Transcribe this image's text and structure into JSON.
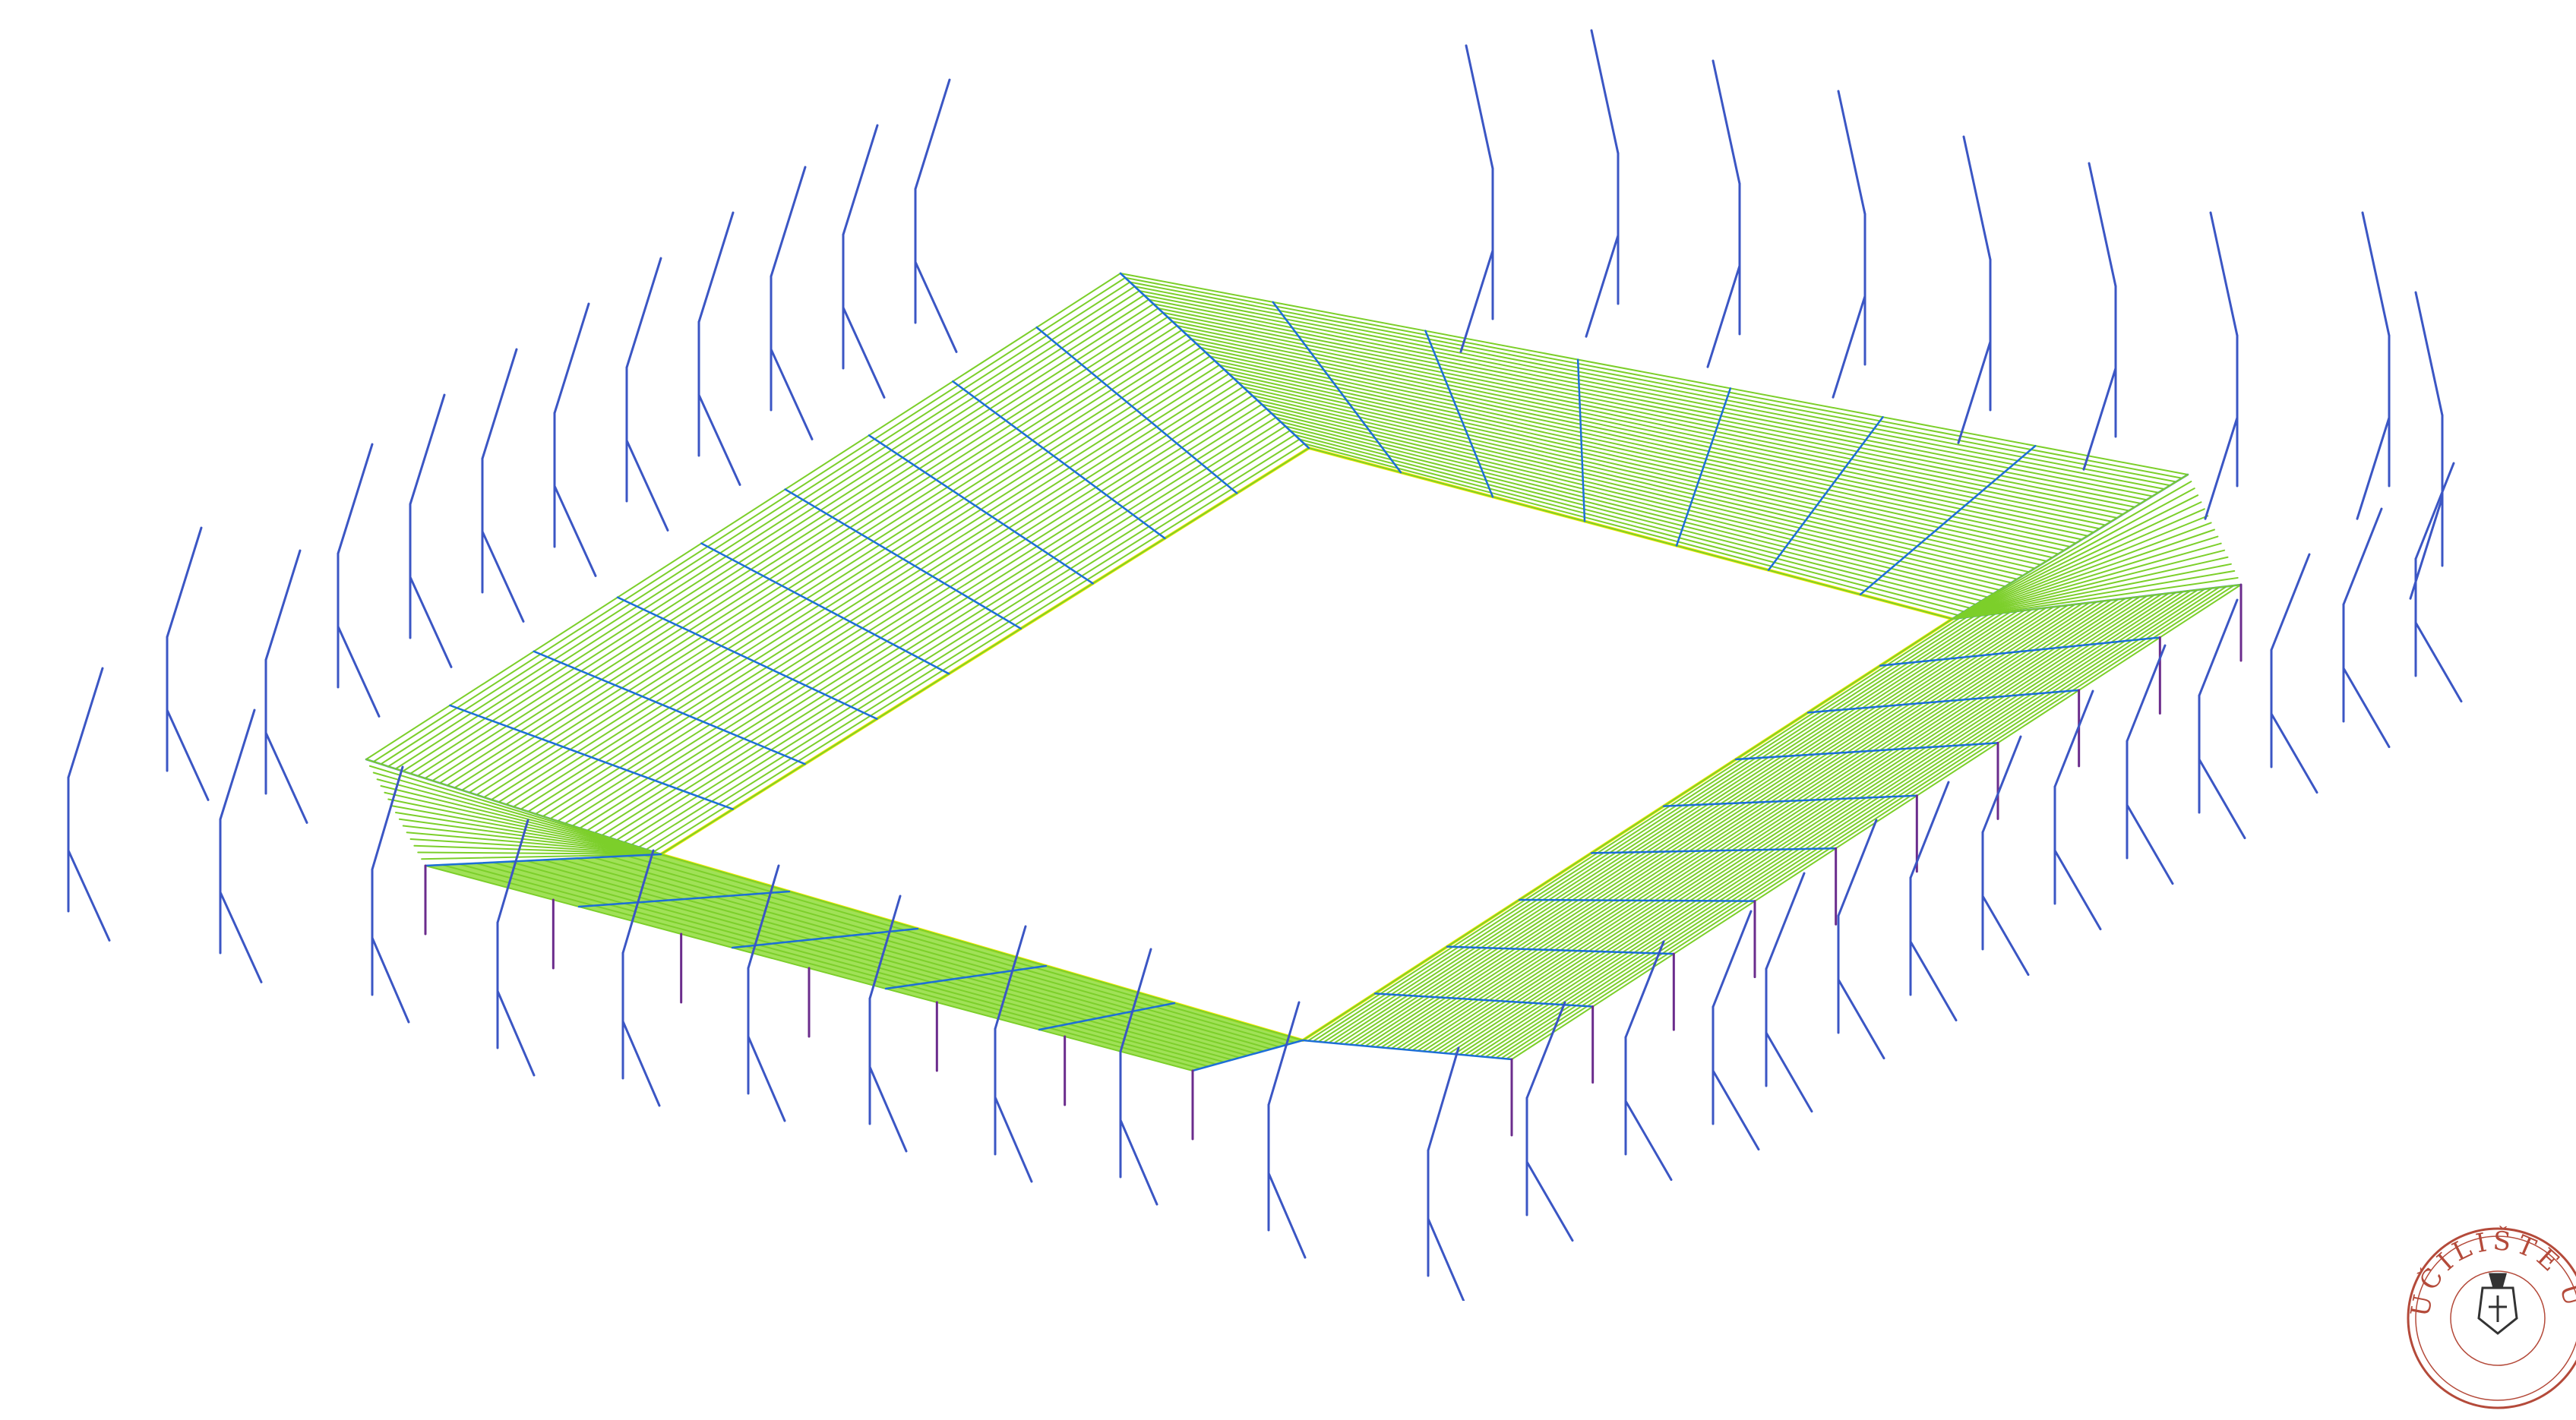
{
  "drawing": {
    "title": "",
    "colors": {
      "background": "#ffffff",
      "roof_lines": "#7ccf2a",
      "roof_fill_south": "#8fdc3a",
      "structure_blue": "#1d6fd6",
      "mast_blue": "#3b56c4",
      "column_purple": "#6b2c8c",
      "column_dark": "#3a3a3a",
      "pitch_outline": "#f5ea00",
      "seal": "#b44a3a"
    },
    "elements": {
      "stands": [
        "north",
        "east",
        "south",
        "west"
      ],
      "pitch": "outline",
      "masts": "perimeter",
      "seal": "university-seal-stamp"
    }
  },
  "seal": {
    "text": "UČILIŠTE U SPLITU"
  }
}
